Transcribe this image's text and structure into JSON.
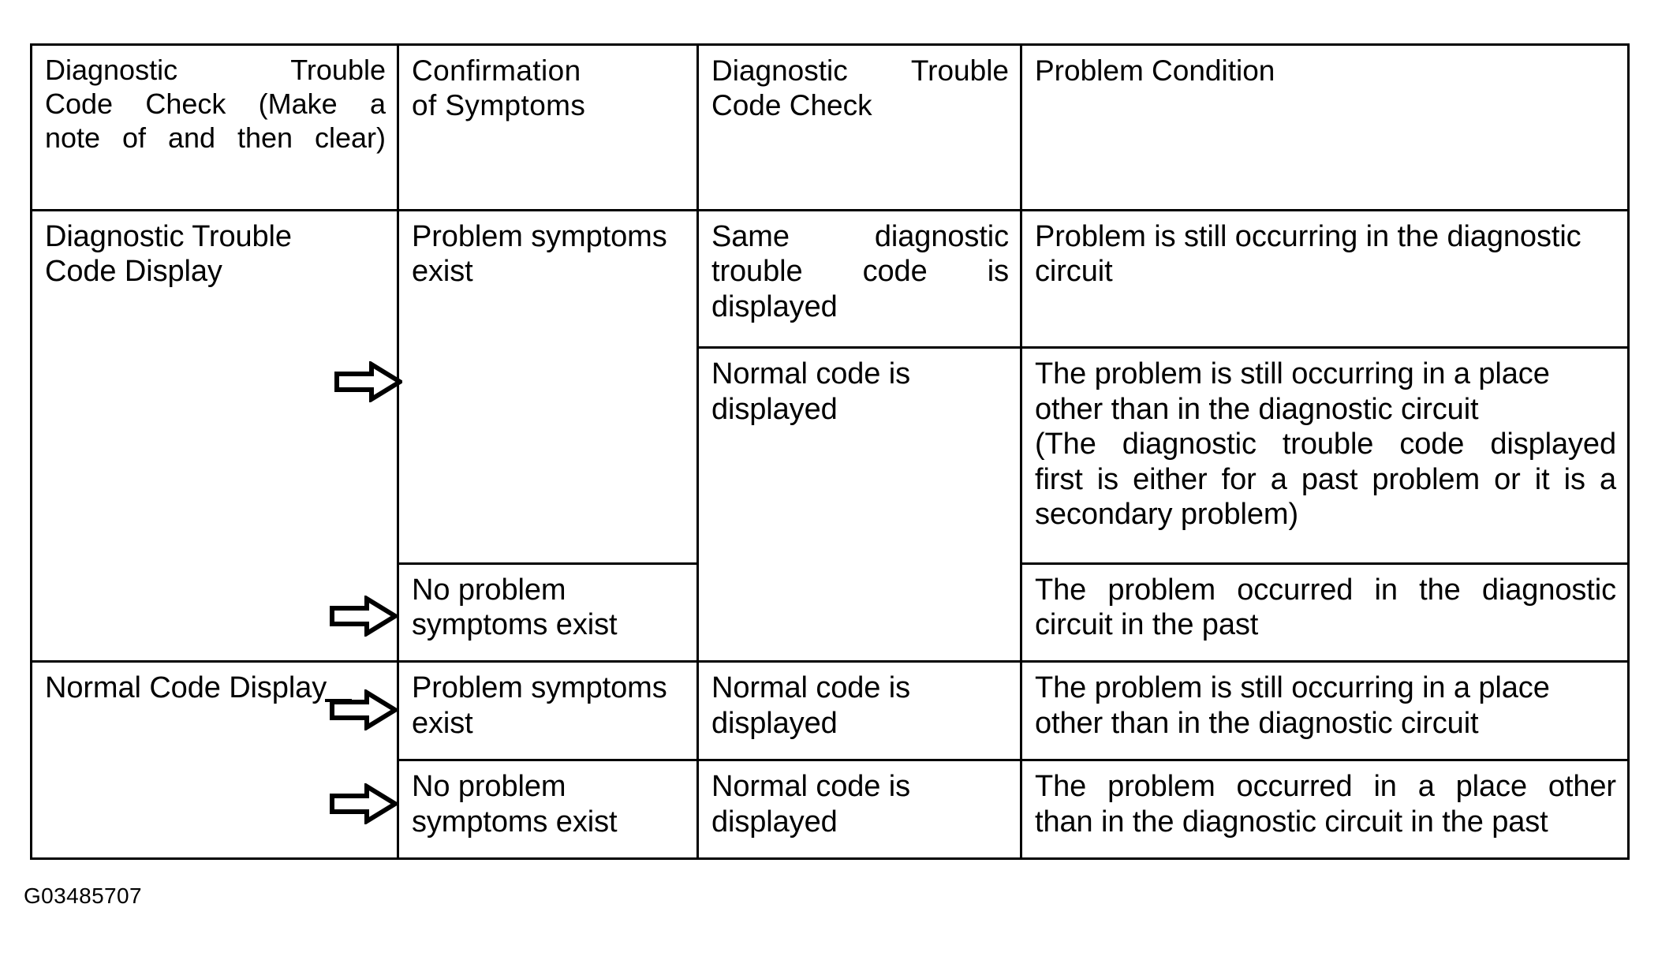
{
  "figure": {
    "caption": "G03485707"
  },
  "table": {
    "headers": {
      "col1": {
        "line1": "Diagnostic Trouble",
        "line2": "Code Check (Make a",
        "line3": "note of and then clear)"
      },
      "col2": {
        "line1": "Confirmation",
        "line2": "of Symptoms"
      },
      "col3": {
        "line1": "Diagnostic  Trouble",
        "line2": "Code Check"
      },
      "col4": {
        "line1": "Problem Condition"
      }
    },
    "rows": [
      {
        "dtc_check": {
          "line1": "Diagnostic Trouble",
          "line2": "Code Display"
        },
        "confirmation": {
          "line1": "Problem symptoms",
          "line2": "exist"
        },
        "code_check": {
          "line1": "Same  diagnostic",
          "line2": "trouble  code  is",
          "line3": "displayed"
        },
        "problem_condition": {
          "line1": "Problem is still occurring in the diagnostic",
          "line2": "circuit"
        }
      },
      {
        "code_check": {
          "line1": "Normal code is",
          "line2": "displayed"
        },
        "problem_condition": {
          "line1": "The problem is still occurring in a place",
          "line2": "other than in the diagnostic circuit",
          "line3": "(The  diagnostic  trouble  code  displayed",
          "line4": "first is either for a past problem or it is a",
          "line5": "secondary problem)"
        }
      },
      {
        "confirmation": {
          "line1": "No problem",
          "line2": "symptoms exist"
        },
        "problem_condition": {
          "line1": "The  problem  occurred  in  the  diagnostic",
          "line2": "circuit in the past"
        }
      },
      {
        "dtc_check": {
          "line1": "Normal Code Display"
        },
        "confirmation": {
          "line1": "Problem symptoms",
          "line2": "exist"
        },
        "code_check": {
          "line1": "Normal code is",
          "line2": "displayed"
        },
        "problem_condition": {
          "line1": "The problem is still occurring in a place",
          "line2": "other than in the diagnostic circuit"
        }
      },
      {
        "confirmation": {
          "line1": "No problem",
          "line2": "symptoms exist"
        },
        "code_check": {
          "line1": "Normal code is",
          "line2": "displayed"
        },
        "problem_condition": {
          "line1": "The  problem  occurred  in  a  place  other",
          "line2": "than in the diagnostic circuit in the past"
        }
      }
    ],
    "arrows": {
      "label": "flow-arrow",
      "count": 4,
      "direction": "right",
      "style": "hollow-outline"
    },
    "colors": {
      "border": "#000000",
      "background": "#ffffff",
      "text": "#000000"
    }
  }
}
